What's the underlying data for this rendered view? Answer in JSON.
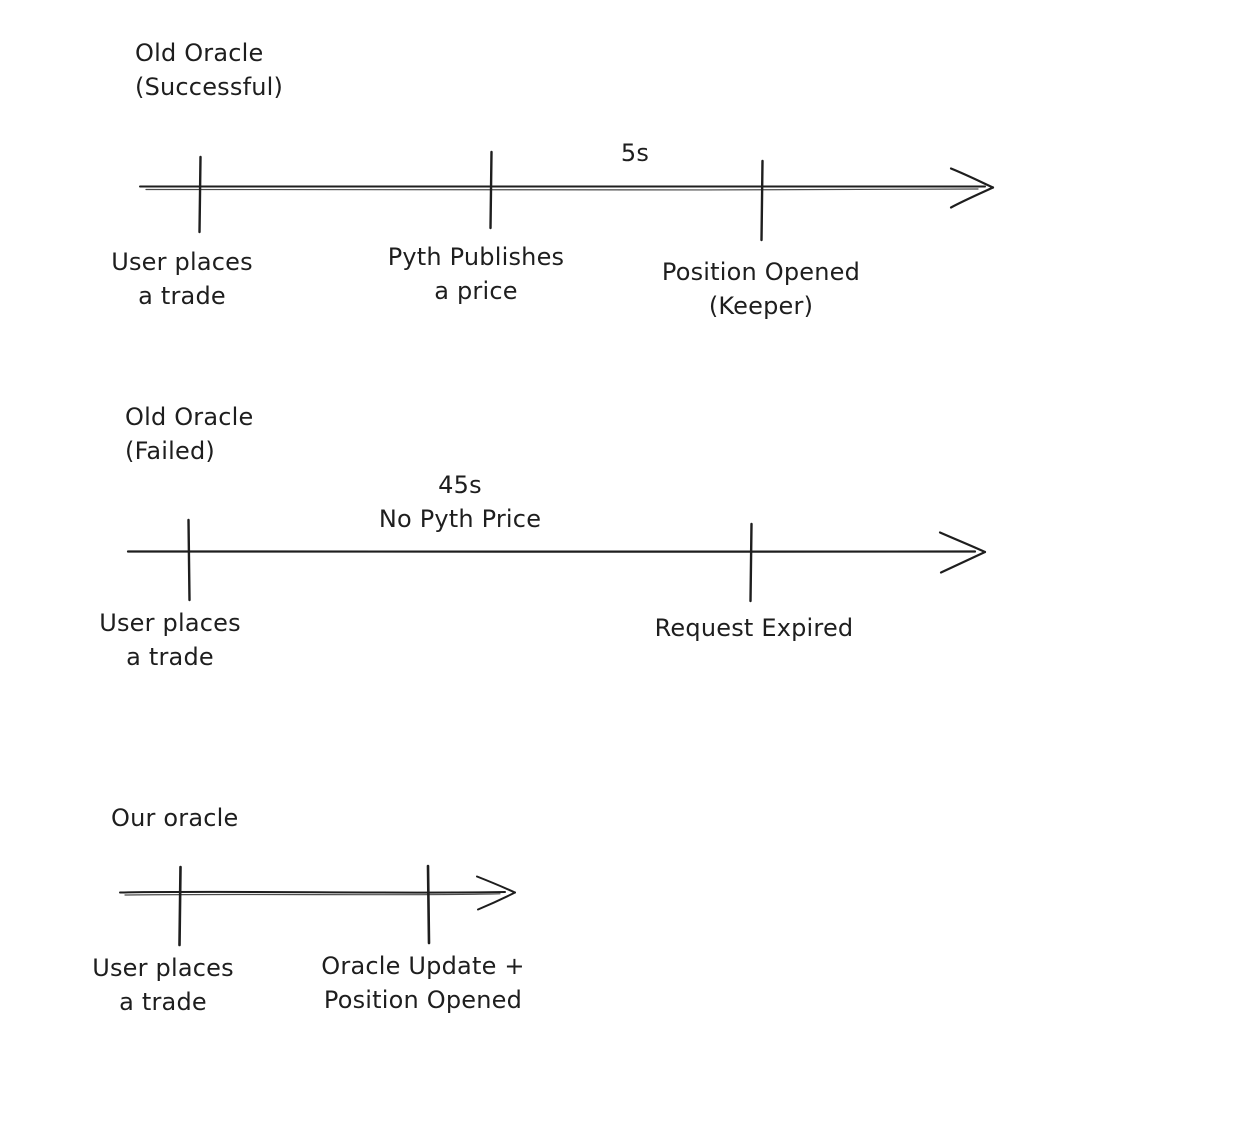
{
  "colors": {
    "ink": "#1e1e1e",
    "canvas_bg": "#ffffff"
  },
  "timelines": [
    {
      "title_lines": [
        "Old Oracle",
        "(Successful)"
      ],
      "duration_lines": [
        "5s"
      ],
      "events": [
        {
          "lines": [
            "User places",
            "a trade"
          ]
        },
        {
          "lines": [
            "Pyth Publishes",
            "a price"
          ]
        },
        {
          "lines": [
            "Position Opened",
            "(Keeper)"
          ]
        }
      ]
    },
    {
      "title_lines": [
        "Old Oracle",
        "(Failed)"
      ],
      "duration_lines": [
        "45s",
        "No Pyth Price"
      ],
      "events": [
        {
          "lines": [
            "User places",
            "a trade"
          ]
        },
        {
          "lines": [
            "Request Expired"
          ]
        }
      ]
    },
    {
      "title_lines": [
        "Our oracle"
      ],
      "events": [
        {
          "lines": [
            "User places",
            "a trade"
          ]
        },
        {
          "lines": [
            "Oracle Update +",
            "Position Opened"
          ]
        }
      ]
    }
  ]
}
